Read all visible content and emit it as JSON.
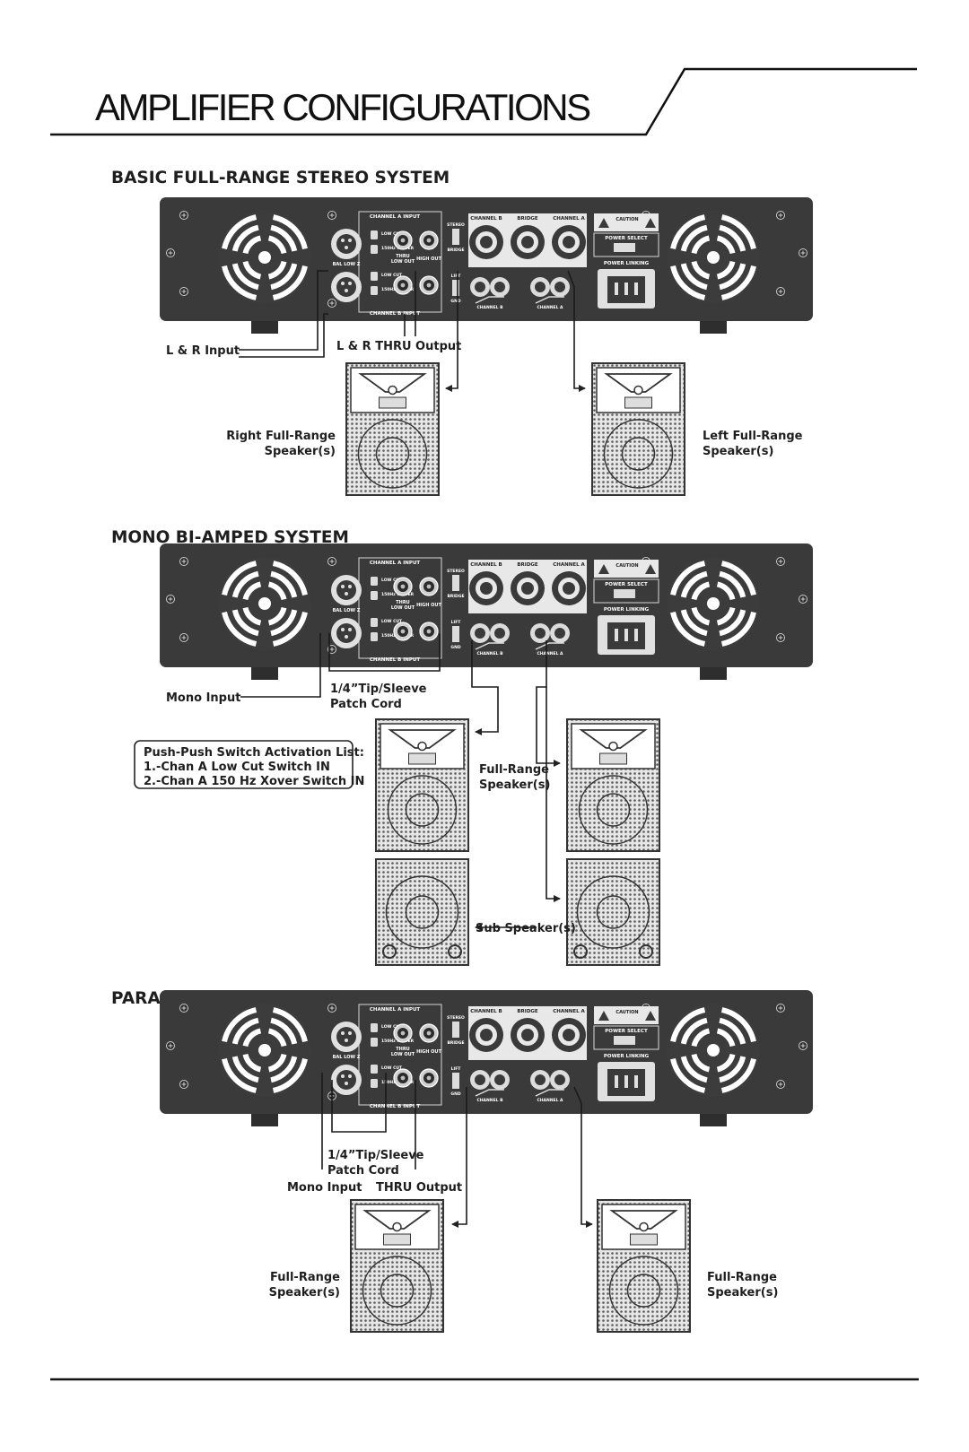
{
  "page": {
    "title": "AMPLIFIER CONFIGURATIONS"
  },
  "amp_panel": {
    "channel_a_input": "CHANNEL A INPUT",
    "channel_b_input": "CHANNEL B INPUT",
    "bal_low_z": "BAL LOW Z",
    "low_cut": "LOW CUT",
    "xover": "150Hz X OVER",
    "thru": "THRU",
    "low_out": "LOW OUT",
    "high_out": "HIGH OUT",
    "stereo": "STEREO",
    "bridge_switch": "BRIDGE",
    "lift": "LIFT",
    "gnd": "GND",
    "channel_b": "CHANNEL B",
    "bridge": "BRIDGE",
    "channel_a": "CHANNEL A",
    "caution": "CAUTION",
    "power_select": "POWER SELECT",
    "power_linking": "POWER LINKING"
  },
  "sections": [
    {
      "title": "BASIC FULL-RANGE STEREO SYSTEM",
      "labels": {
        "input": "L & R Input",
        "thru": "L & R THRU Output",
        "speaker_left_1": "Right Full-Range",
        "speaker_left_2": "Speaker(s)",
        "speaker_right_1": "Left Full-Range",
        "speaker_right_2": "Speaker(s)"
      }
    },
    {
      "title": "MONO BI-AMPED SYSTEM",
      "labels": {
        "input": "Mono Input",
        "patch_1": "1/4”Tip/Sleeve",
        "patch_2": "Patch Cord",
        "fullrange_1": "Full-Range",
        "fullrange_2": "Speaker(s)",
        "sub": "Sub Speaker(s)"
      },
      "switch_list": {
        "title": "Push-Push Switch Activation List:",
        "items": [
          "1.-Chan A Low Cut Switch IN",
          "2.-Chan A 150 Hz Xover Switch IN"
        ]
      }
    },
    {
      "title": "PARALLEL (MONO) MODE",
      "labels": {
        "patch_1": "1/4”Tip/Sleeve",
        "patch_2": "Patch Cord",
        "input": "Mono Input",
        "thru": "THRU Output",
        "speaker_left_1": "Full-Range",
        "speaker_left_2": "Speaker(s)",
        "speaker_right_1": "Full-Range",
        "speaker_right_2": "Speaker(s)"
      }
    }
  ]
}
